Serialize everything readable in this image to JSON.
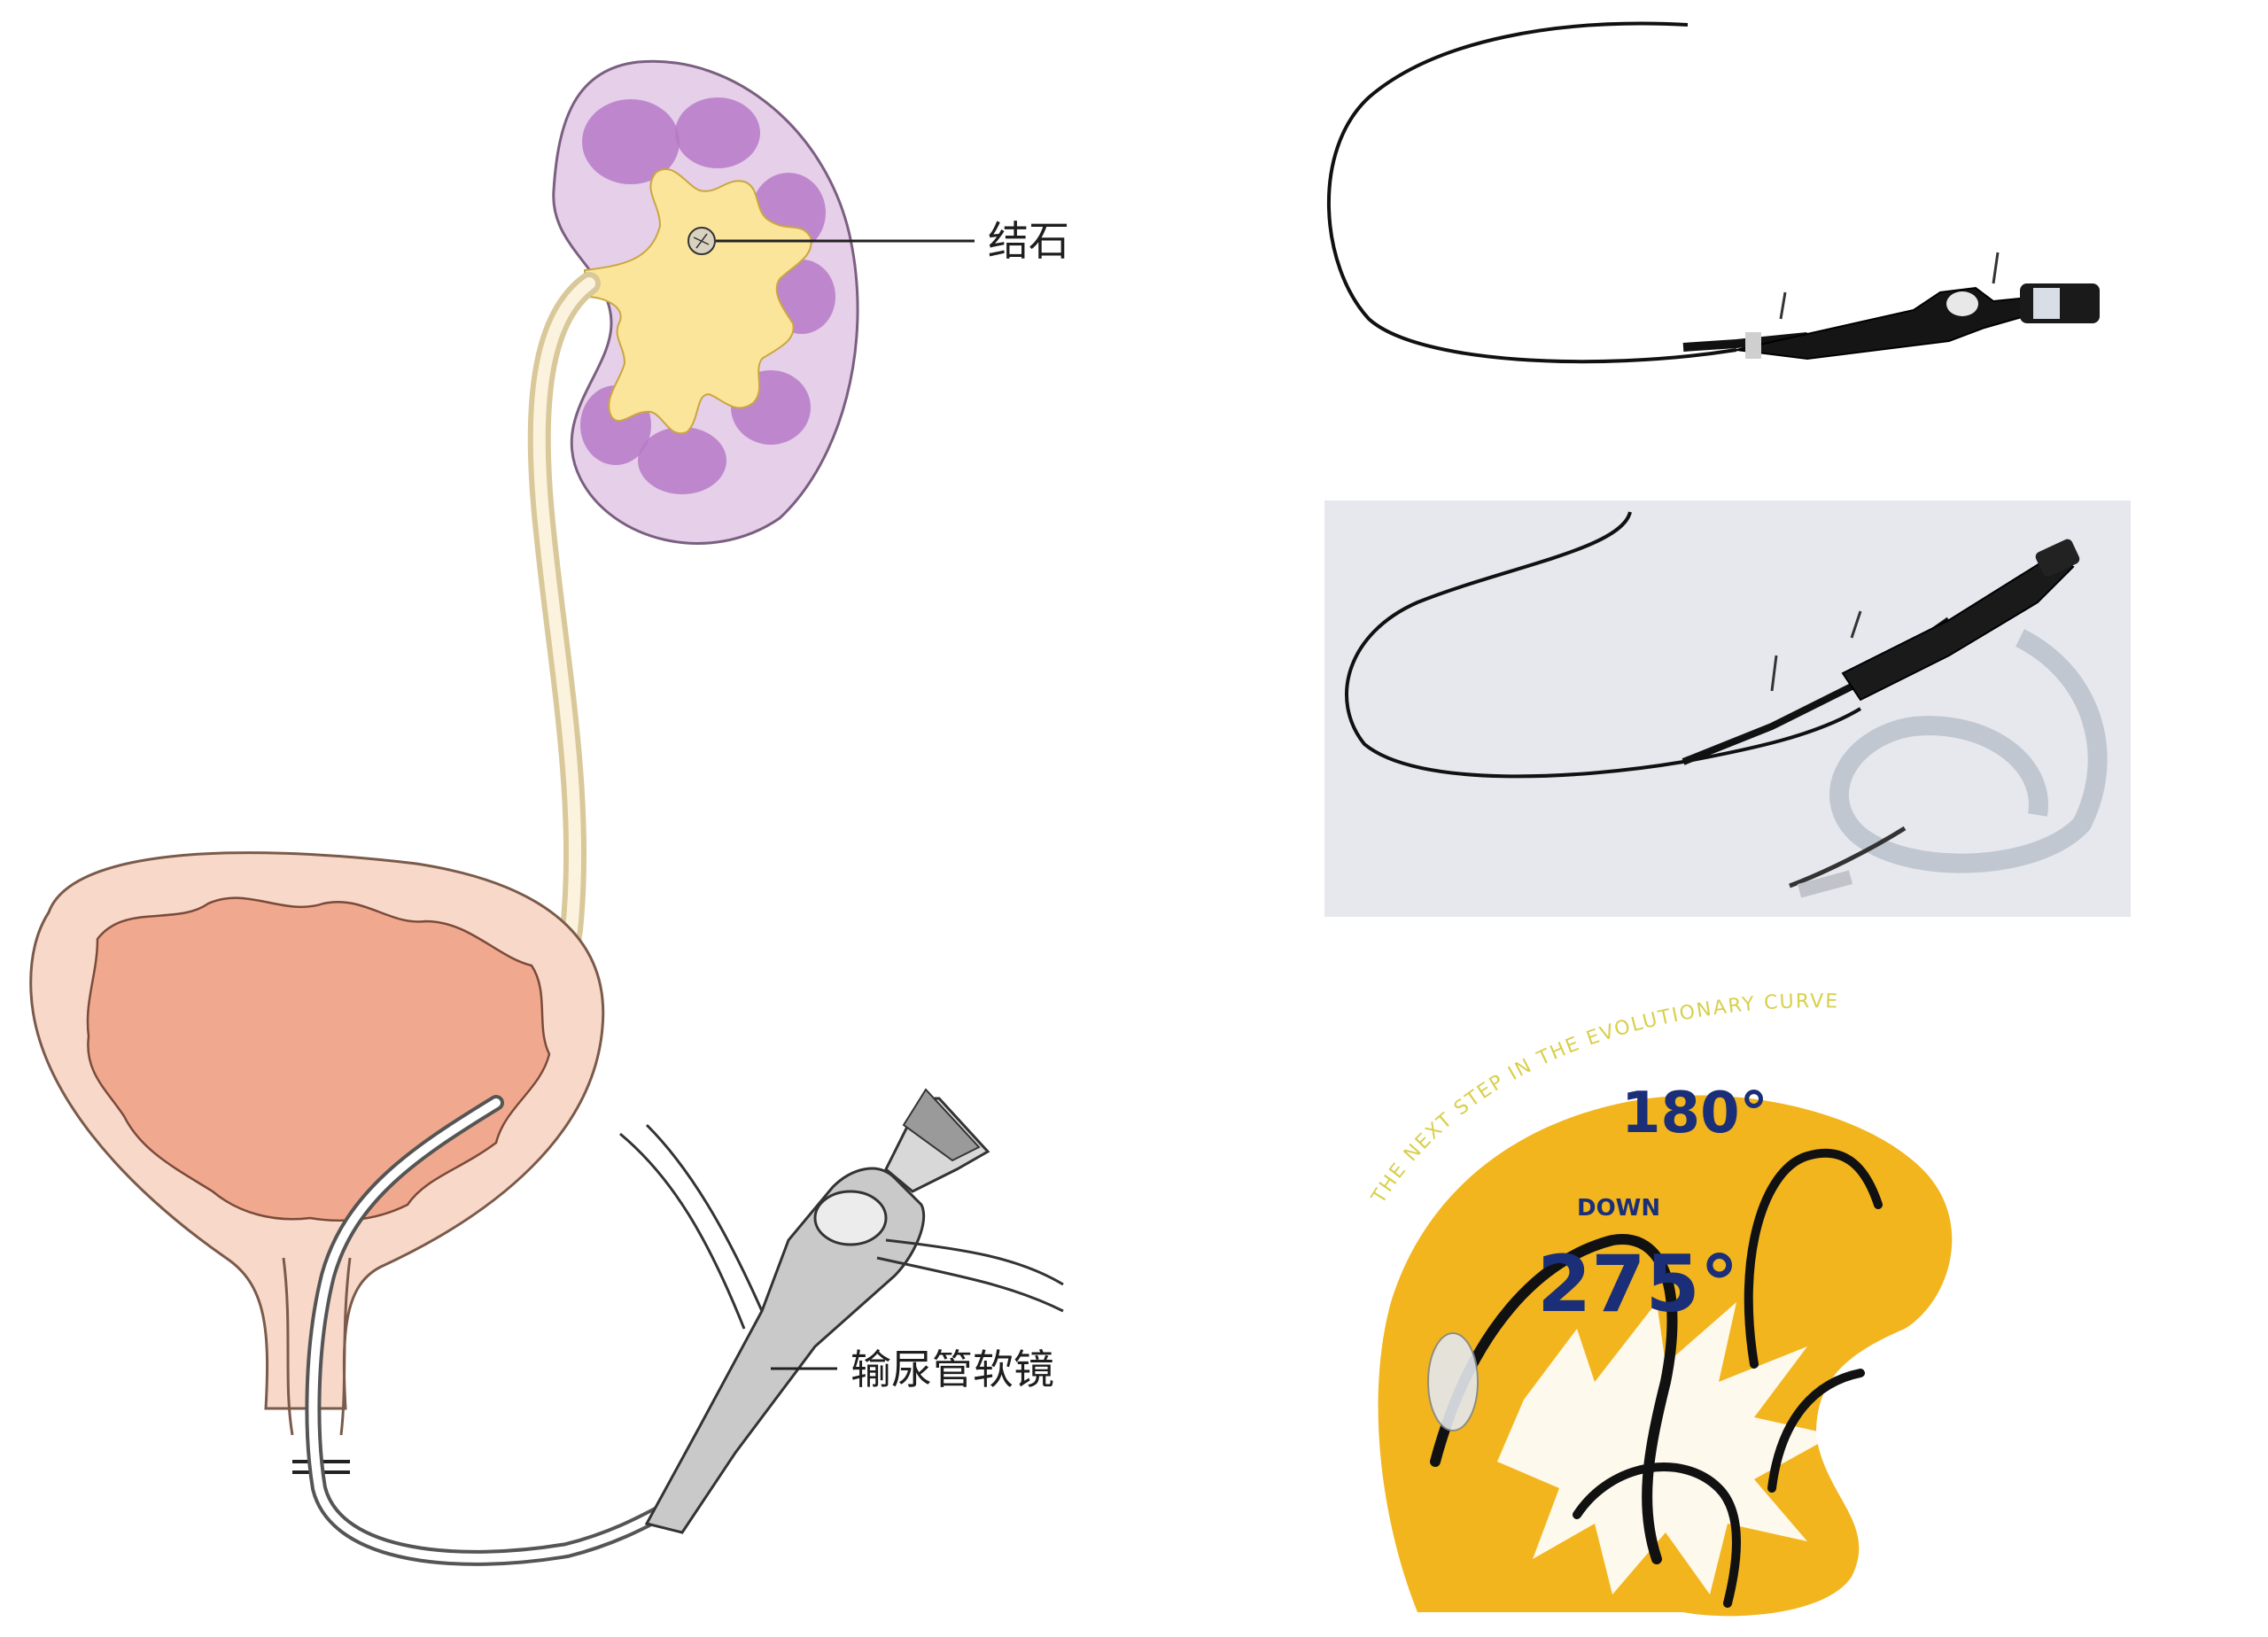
{
  "anatomy": {
    "stone_label": "结石",
    "scope_label": "输尿管软镜"
  },
  "badge": {
    "arc_text": "THE NEXT STEP IN THE EVOLUTIONARY CURVE",
    "angle_up": "180°",
    "down_label": "DOWN",
    "angle_down": "275°"
  },
  "colors": {
    "kidney_cortex": "#e6cfe9",
    "kidney_medulla": "#b67ac8",
    "pelvis_yellow": "#fbe59a",
    "bladder_outer": "#f7d8c9",
    "bladder_inner": "#f0a98e",
    "badge_yellow": "#f2b51e",
    "scope_black": "#111111"
  }
}
